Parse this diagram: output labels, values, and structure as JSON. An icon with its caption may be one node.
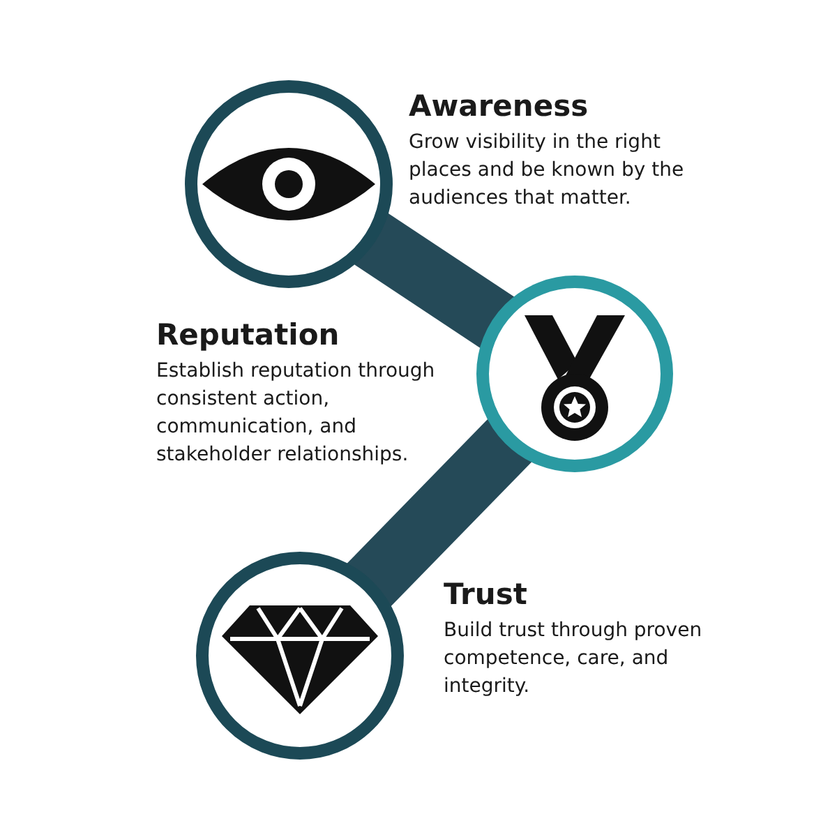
{
  "diagram": {
    "nodes": [
      {
        "text": [
          "Awareness",
          "Grow visibility in the right places and be known by the audiences that matter."
        ]
      },
      {
        "text": [
          "Reputation",
          "Establish reputation through consistent action, communication, and stakeholder relationships."
        ]
      },
      {
        "text": [
          "Trust",
          "Build trust through proven competence, care, and integrity."
        ]
      }
    ],
    "edges": [
      {
        "from": 0,
        "to": 1,
        "arrow": "none"
      },
      {
        "from": 1,
        "to": 2,
        "arrow": "none"
      }
    ]
  }
}
